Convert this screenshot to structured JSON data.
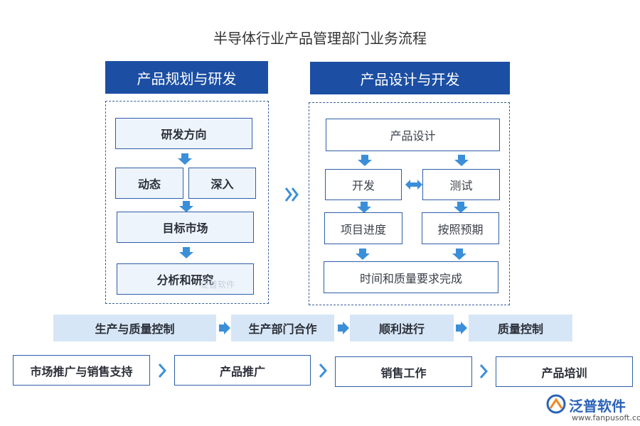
{
  "title": "半导体行业产品管理部门业务流程",
  "left_panel": {
    "header": "产品规划与研发",
    "direction": "研发方向",
    "dynamic": "动态",
    "deep": "深入",
    "target_market": "目标市场",
    "analysis": "分析和研究"
  },
  "right_panel": {
    "header": "产品设计与开发",
    "design": "产品设计",
    "develop": "开发",
    "test": "测试",
    "progress": "项目进度",
    "expected": "按照预期",
    "complete": "时间和质量要求完成"
  },
  "strip_row": [
    "生产与质量控制",
    "生产部门合作",
    "顺利进行",
    "质量控制"
  ],
  "bottom_row": [
    "市场推广与销售支持",
    "产品推广",
    "销售工作",
    "产品培训"
  ],
  "watermark": "泛普软件",
  "logo": {
    "name": "泛普软件",
    "url": "www.fanpusoft.com"
  },
  "colors": {
    "header": "#1c4fa3",
    "border": "#2f5ea8",
    "arrow": "#3b8fd9",
    "strip": "#d6e6f6"
  }
}
